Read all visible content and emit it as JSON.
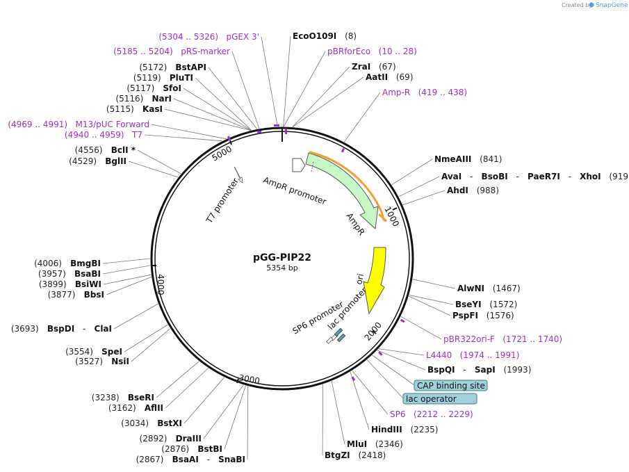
{
  "credit": {
    "prefix": "Created by",
    "brand": "SnapGene"
  },
  "plasmid": {
    "name": "pGG-PIP22",
    "length": "5354 bp"
  },
  "ticks": [
    "1000",
    "2000",
    "3000",
    "4000",
    "5000"
  ],
  "features": {
    "ampr_promoter": "AmpR promoter",
    "ampr": "AmpR",
    "ori": "ori",
    "t7_promoter": "T7 promoter",
    "sp6_promoter": "SP6 promoter",
    "lac_promoter": "lac promoter"
  },
  "badges": {
    "cap": "CAP binding site",
    "lac_operator": "lac operator"
  },
  "colors": {
    "primer": "#9a2fd6",
    "ampr_fill": "#c8f7c8",
    "ampr_outline": "#f0a030",
    "ori_fill": "#ffff00",
    "badge_fill": "#9fd0dc"
  },
  "right_labels": [
    {
      "key": "ecoo109i",
      "parts": [
        {
          "t": "EcoO109I",
          "c": "enz"
        },
        {
          "t": "(8)",
          "c": "pos"
        }
      ]
    },
    {
      "key": "pbrforeco",
      "parts": [
        {
          "t": "pBRforEco",
          "c": "prim"
        },
        {
          "t": "(10 .. 28)",
          "c": "prim"
        }
      ]
    },
    {
      "key": "zrai",
      "parts": [
        {
          "t": "ZraI",
          "c": "enz"
        },
        {
          "t": "(67)",
          "c": "pos"
        }
      ]
    },
    {
      "key": "aatii",
      "parts": [
        {
          "t": "AatII",
          "c": "enz"
        },
        {
          "t": "(69)",
          "c": "pos"
        }
      ]
    },
    {
      "key": "amp-r",
      "parts": [
        {
          "t": "Amp-R",
          "c": "prim"
        },
        {
          "t": "(419 .. 438)",
          "c": "prim"
        }
      ]
    },
    {
      "key": "nmeaiii",
      "parts": [
        {
          "t": "NmeAIII",
          "c": "enz"
        },
        {
          "t": "(841)",
          "c": "pos"
        }
      ]
    },
    {
      "key": "avai",
      "parts": [
        {
          "t": "AvaI",
          "c": "enz"
        },
        {
          "t": "- ",
          "c": "pos"
        },
        {
          "t": "BsoBI",
          "c": "enz"
        },
        {
          "t": "- ",
          "c": "pos"
        },
        {
          "t": "PaeR7I",
          "c": "enz"
        },
        {
          "t": "- ",
          "c": "pos"
        },
        {
          "t": "XhoI",
          "c": "enz"
        },
        {
          "t": "(919)",
          "c": "pos"
        }
      ]
    },
    {
      "key": "ahdi",
      "parts": [
        {
          "t": "AhdI",
          "c": "enz"
        },
        {
          "t": "(988)",
          "c": "pos"
        }
      ]
    },
    {
      "key": "alwni",
      "parts": [
        {
          "t": "AlwNI",
          "c": "enz"
        },
        {
          "t": "(1467)",
          "c": "pos"
        }
      ]
    },
    {
      "key": "bseyi",
      "parts": [
        {
          "t": "BseYI",
          "c": "enz"
        },
        {
          "t": "(1572)",
          "c": "pos"
        }
      ]
    },
    {
      "key": "pspfi",
      "parts": [
        {
          "t": "PspFI",
          "c": "enz"
        },
        {
          "t": "(1576)",
          "c": "pos"
        }
      ]
    },
    {
      "key": "pbr322ori",
      "parts": [
        {
          "t": "pBR322ori-F",
          "c": "prim"
        },
        {
          "t": "(1721 .. 1740)",
          "c": "prim"
        }
      ]
    },
    {
      "key": "l4440",
      "parts": [
        {
          "t": "L4440",
          "c": "prim"
        },
        {
          "t": "(1974 .. 1991)",
          "c": "prim"
        }
      ]
    },
    {
      "key": "bspqi",
      "parts": [
        {
          "t": "BspQI",
          "c": "enz"
        },
        {
          "t": "- ",
          "c": "pos"
        },
        {
          "t": "SapI",
          "c": "enz"
        },
        {
          "t": "(1993)",
          "c": "pos"
        }
      ]
    },
    {
      "key": "sp6",
      "parts": [
        {
          "t": "SP6",
          "c": "prim"
        },
        {
          "t": "(2212 .. 2229)",
          "c": "prim"
        }
      ]
    },
    {
      "key": "hindiii",
      "parts": [
        {
          "t": "HindIII",
          "c": "enz"
        },
        {
          "t": "(2235)",
          "c": "pos"
        }
      ]
    },
    {
      "key": "mlui",
      "parts": [
        {
          "t": "MluI",
          "c": "enz"
        },
        {
          "t": "(2346)",
          "c": "pos"
        }
      ]
    },
    {
      "key": "btgzi",
      "parts": [
        {
          "t": "BtgZI",
          "c": "enz"
        },
        {
          "t": "(2418)",
          "c": "pos"
        }
      ]
    }
  ],
  "left_labels": [
    {
      "key": "pgex3",
      "parts": [
        {
          "t": "(5304 .. 5326)",
          "c": "prim"
        },
        {
          "t": "pGEX 3'",
          "c": "prim"
        }
      ]
    },
    {
      "key": "prs-marker",
      "parts": [
        {
          "t": "(5185 .. 5204)",
          "c": "prim"
        },
        {
          "t": "pRS-marker",
          "c": "prim"
        }
      ]
    },
    {
      "key": "bstapi",
      "parts": [
        {
          "t": "(5172)",
          "c": "pos"
        },
        {
          "t": "BstAPI",
          "c": "enz"
        }
      ]
    },
    {
      "key": "pluti",
      "parts": [
        {
          "t": "(5119)",
          "c": "pos"
        },
        {
          "t": "PluTI",
          "c": "enz"
        }
      ]
    },
    {
      "key": "sfoi",
      "parts": [
        {
          "t": "(5117)",
          "c": "pos"
        },
        {
          "t": "SfoI",
          "c": "enz"
        }
      ]
    },
    {
      "key": "nari",
      "parts": [
        {
          "t": "(5116)",
          "c": "pos"
        },
        {
          "t": "NarI",
          "c": "enz"
        }
      ]
    },
    {
      "key": "kasi",
      "parts": [
        {
          "t": "(5115)",
          "c": "pos"
        },
        {
          "t": "KasI",
          "c": "enz"
        }
      ]
    },
    {
      "key": "m13",
      "parts": [
        {
          "t": "(4969 .. 4991)",
          "c": "prim"
        },
        {
          "t": "M13/pUC Forward",
          "c": "prim"
        }
      ]
    },
    {
      "key": "t7",
      "parts": [
        {
          "t": "(4940 .. 4959)",
          "c": "prim"
        },
        {
          "t": "T7",
          "c": "prim"
        }
      ]
    },
    {
      "key": "bcli",
      "parts": [
        {
          "t": "(4556)",
          "c": "pos"
        },
        {
          "t": "BclI *",
          "c": "enz"
        }
      ]
    },
    {
      "key": "bglii",
      "parts": [
        {
          "t": "(4529)",
          "c": "pos"
        },
        {
          "t": "BglII",
          "c": "enz"
        }
      ]
    },
    {
      "key": "bmgbi",
      "parts": [
        {
          "t": "(4006)",
          "c": "pos"
        },
        {
          "t": "BmgBI",
          "c": "enz"
        }
      ]
    },
    {
      "key": "bsabi",
      "parts": [
        {
          "t": "(3957)",
          "c": "pos"
        },
        {
          "t": "BsaBI",
          "c": "enz"
        }
      ]
    },
    {
      "key": "bsiwi",
      "parts": [
        {
          "t": "(3899)",
          "c": "pos"
        },
        {
          "t": "BsiWI",
          "c": "enz"
        }
      ]
    },
    {
      "key": "bbsi",
      "parts": [
        {
          "t": "(3877)",
          "c": "pos"
        },
        {
          "t": "BbsI",
          "c": "enz"
        }
      ]
    },
    {
      "key": "bspdi",
      "parts": [
        {
          "t": "(3693)",
          "c": "pos"
        },
        {
          "t": "BspDI",
          "c": "enz"
        },
        {
          "t": "- ",
          "c": "pos"
        },
        {
          "t": "ClaI",
          "c": "enz"
        }
      ]
    },
    {
      "key": "spei",
      "parts": [
        {
          "t": "(3554)",
          "c": "pos"
        },
        {
          "t": "SpeI",
          "c": "enz"
        }
      ]
    },
    {
      "key": "nsii",
      "parts": [
        {
          "t": "(3527)",
          "c": "pos"
        },
        {
          "t": "NsiI",
          "c": "enz"
        }
      ]
    },
    {
      "key": "bseri",
      "parts": [
        {
          "t": "(3238)",
          "c": "pos"
        },
        {
          "t": "BseRI",
          "c": "enz"
        }
      ]
    },
    {
      "key": "aflii",
      "parts": [
        {
          "t": "(3162)",
          "c": "pos"
        },
        {
          "t": "AflII",
          "c": "enz"
        }
      ]
    },
    {
      "key": "bstxi",
      "parts": [
        {
          "t": "(3034)",
          "c": "pos"
        },
        {
          "t": "BstXI",
          "c": "enz"
        }
      ]
    },
    {
      "key": "draiii",
      "parts": [
        {
          "t": "(2892)",
          "c": "pos"
        },
        {
          "t": "DraIII",
          "c": "enz"
        }
      ]
    },
    {
      "key": "bstbi",
      "parts": [
        {
          "t": "(2876)",
          "c": "pos"
        },
        {
          "t": "BstBI",
          "c": "enz"
        }
      ]
    },
    {
      "key": "bsaai",
      "parts": [
        {
          "t": "(2867)",
          "c": "pos"
        },
        {
          "t": "BsaAI",
          "c": "enz"
        },
        {
          "t": "- ",
          "c": "pos"
        },
        {
          "t": "SnaBI",
          "c": "enz"
        }
      ]
    }
  ]
}
